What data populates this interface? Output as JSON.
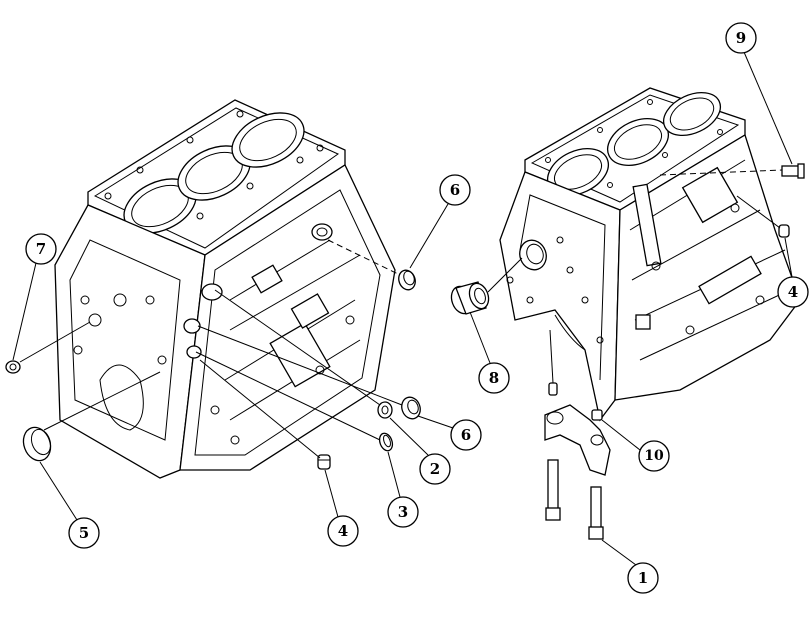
{
  "callouts": [
    {
      "id": "c1",
      "label": "1"
    },
    {
      "id": "c2",
      "label": "2"
    },
    {
      "id": "c3",
      "label": "3"
    },
    {
      "id": "c4a",
      "label": "4"
    },
    {
      "id": "c4b",
      "label": "4"
    },
    {
      "id": "c5",
      "label": "5"
    },
    {
      "id": "c6a",
      "label": "6"
    },
    {
      "id": "c6b",
      "label": "6"
    },
    {
      "id": "c7",
      "label": "7"
    },
    {
      "id": "c8",
      "label": "8"
    },
    {
      "id": "c9",
      "label": "9"
    },
    {
      "id": "c10",
      "label": "10"
    }
  ]
}
